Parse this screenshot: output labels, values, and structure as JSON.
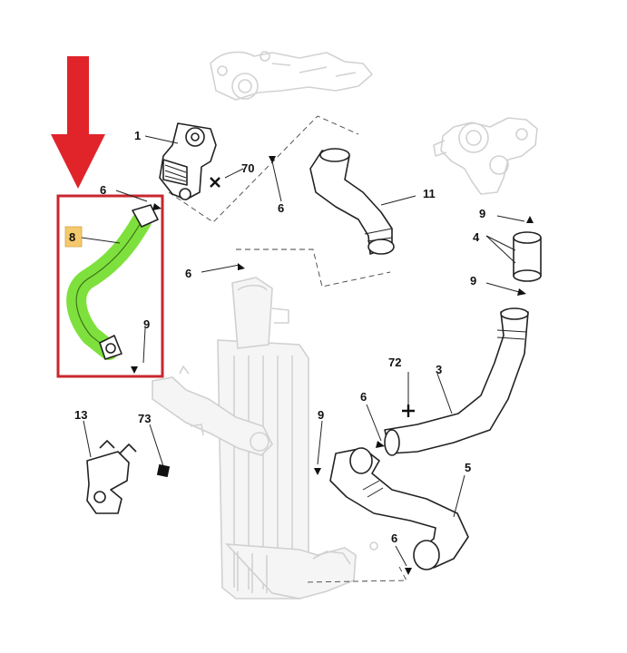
{
  "colors": {
    "highlight_part": "#7ee03c",
    "highlight_frame": "#c8272d",
    "arrow": "#e0242a",
    "label_badge": "#f4c96b"
  },
  "icons": {
    "arrow": "down-arrow-icon",
    "pointer": "triangle-pointer-icon",
    "cross": "cross-marker-icon"
  },
  "highlighted_label": "8",
  "labels": {
    "l1": "1",
    "l70": "70",
    "l6a": "6",
    "l6b": "6",
    "l11": "11",
    "l9a": "9",
    "l4": "4",
    "l9b": "9",
    "l6c": "6",
    "l9c": "9",
    "l72": "72",
    "l3": "3",
    "l6d": "6",
    "l13": "13",
    "l73": "73",
    "l9d": "9",
    "l5": "5",
    "l6e": "6"
  }
}
